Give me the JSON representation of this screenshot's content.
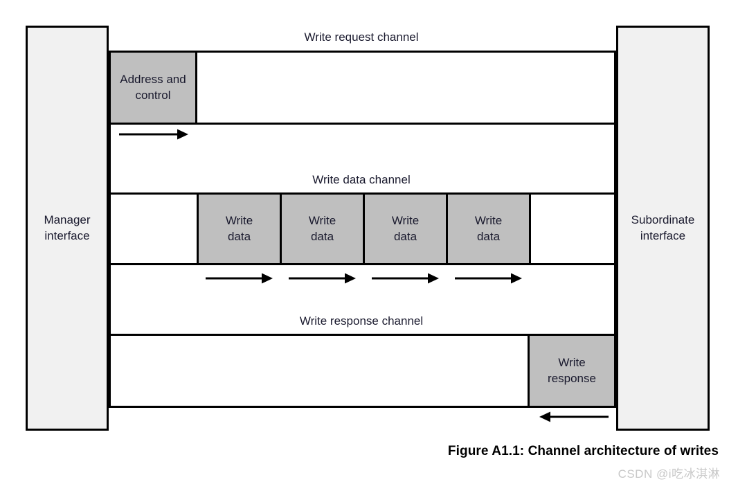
{
  "top_partial_text": "",
  "diagram": {
    "manager": {
      "line1": "Manager",
      "line2": "interface"
    },
    "subordinate": {
      "line1": "Subordinate",
      "line2": "interface"
    },
    "channels": [
      {
        "id": "write-request",
        "label": "Write request channel"
      },
      {
        "id": "write-data",
        "label": "Write data channel"
      },
      {
        "id": "write-response",
        "label": "Write response channel"
      }
    ],
    "request_payload": {
      "line1": "Address and",
      "line2": "control"
    },
    "data_payloads": [
      {
        "line1": "Write",
        "line2": "data"
      },
      {
        "line1": "Write",
        "line2": "data"
      },
      {
        "line1": "Write",
        "line2": "data"
      },
      {
        "line1": "Write",
        "line2": "data"
      }
    ],
    "response_payload": {
      "line1": "Write",
      "line2": "response"
    },
    "arrow_directions": {
      "request": "right",
      "data": "right",
      "response": "left"
    },
    "colors": {
      "payload_fill": "#bfbfbf",
      "interface_fill": "#f1f1f1",
      "stroke": "#000000",
      "text": "#1a1a2e"
    }
  },
  "caption": "Figure A1.1: Channel architecture of writes",
  "watermark": "CSDN @i吃冰淇淋"
}
